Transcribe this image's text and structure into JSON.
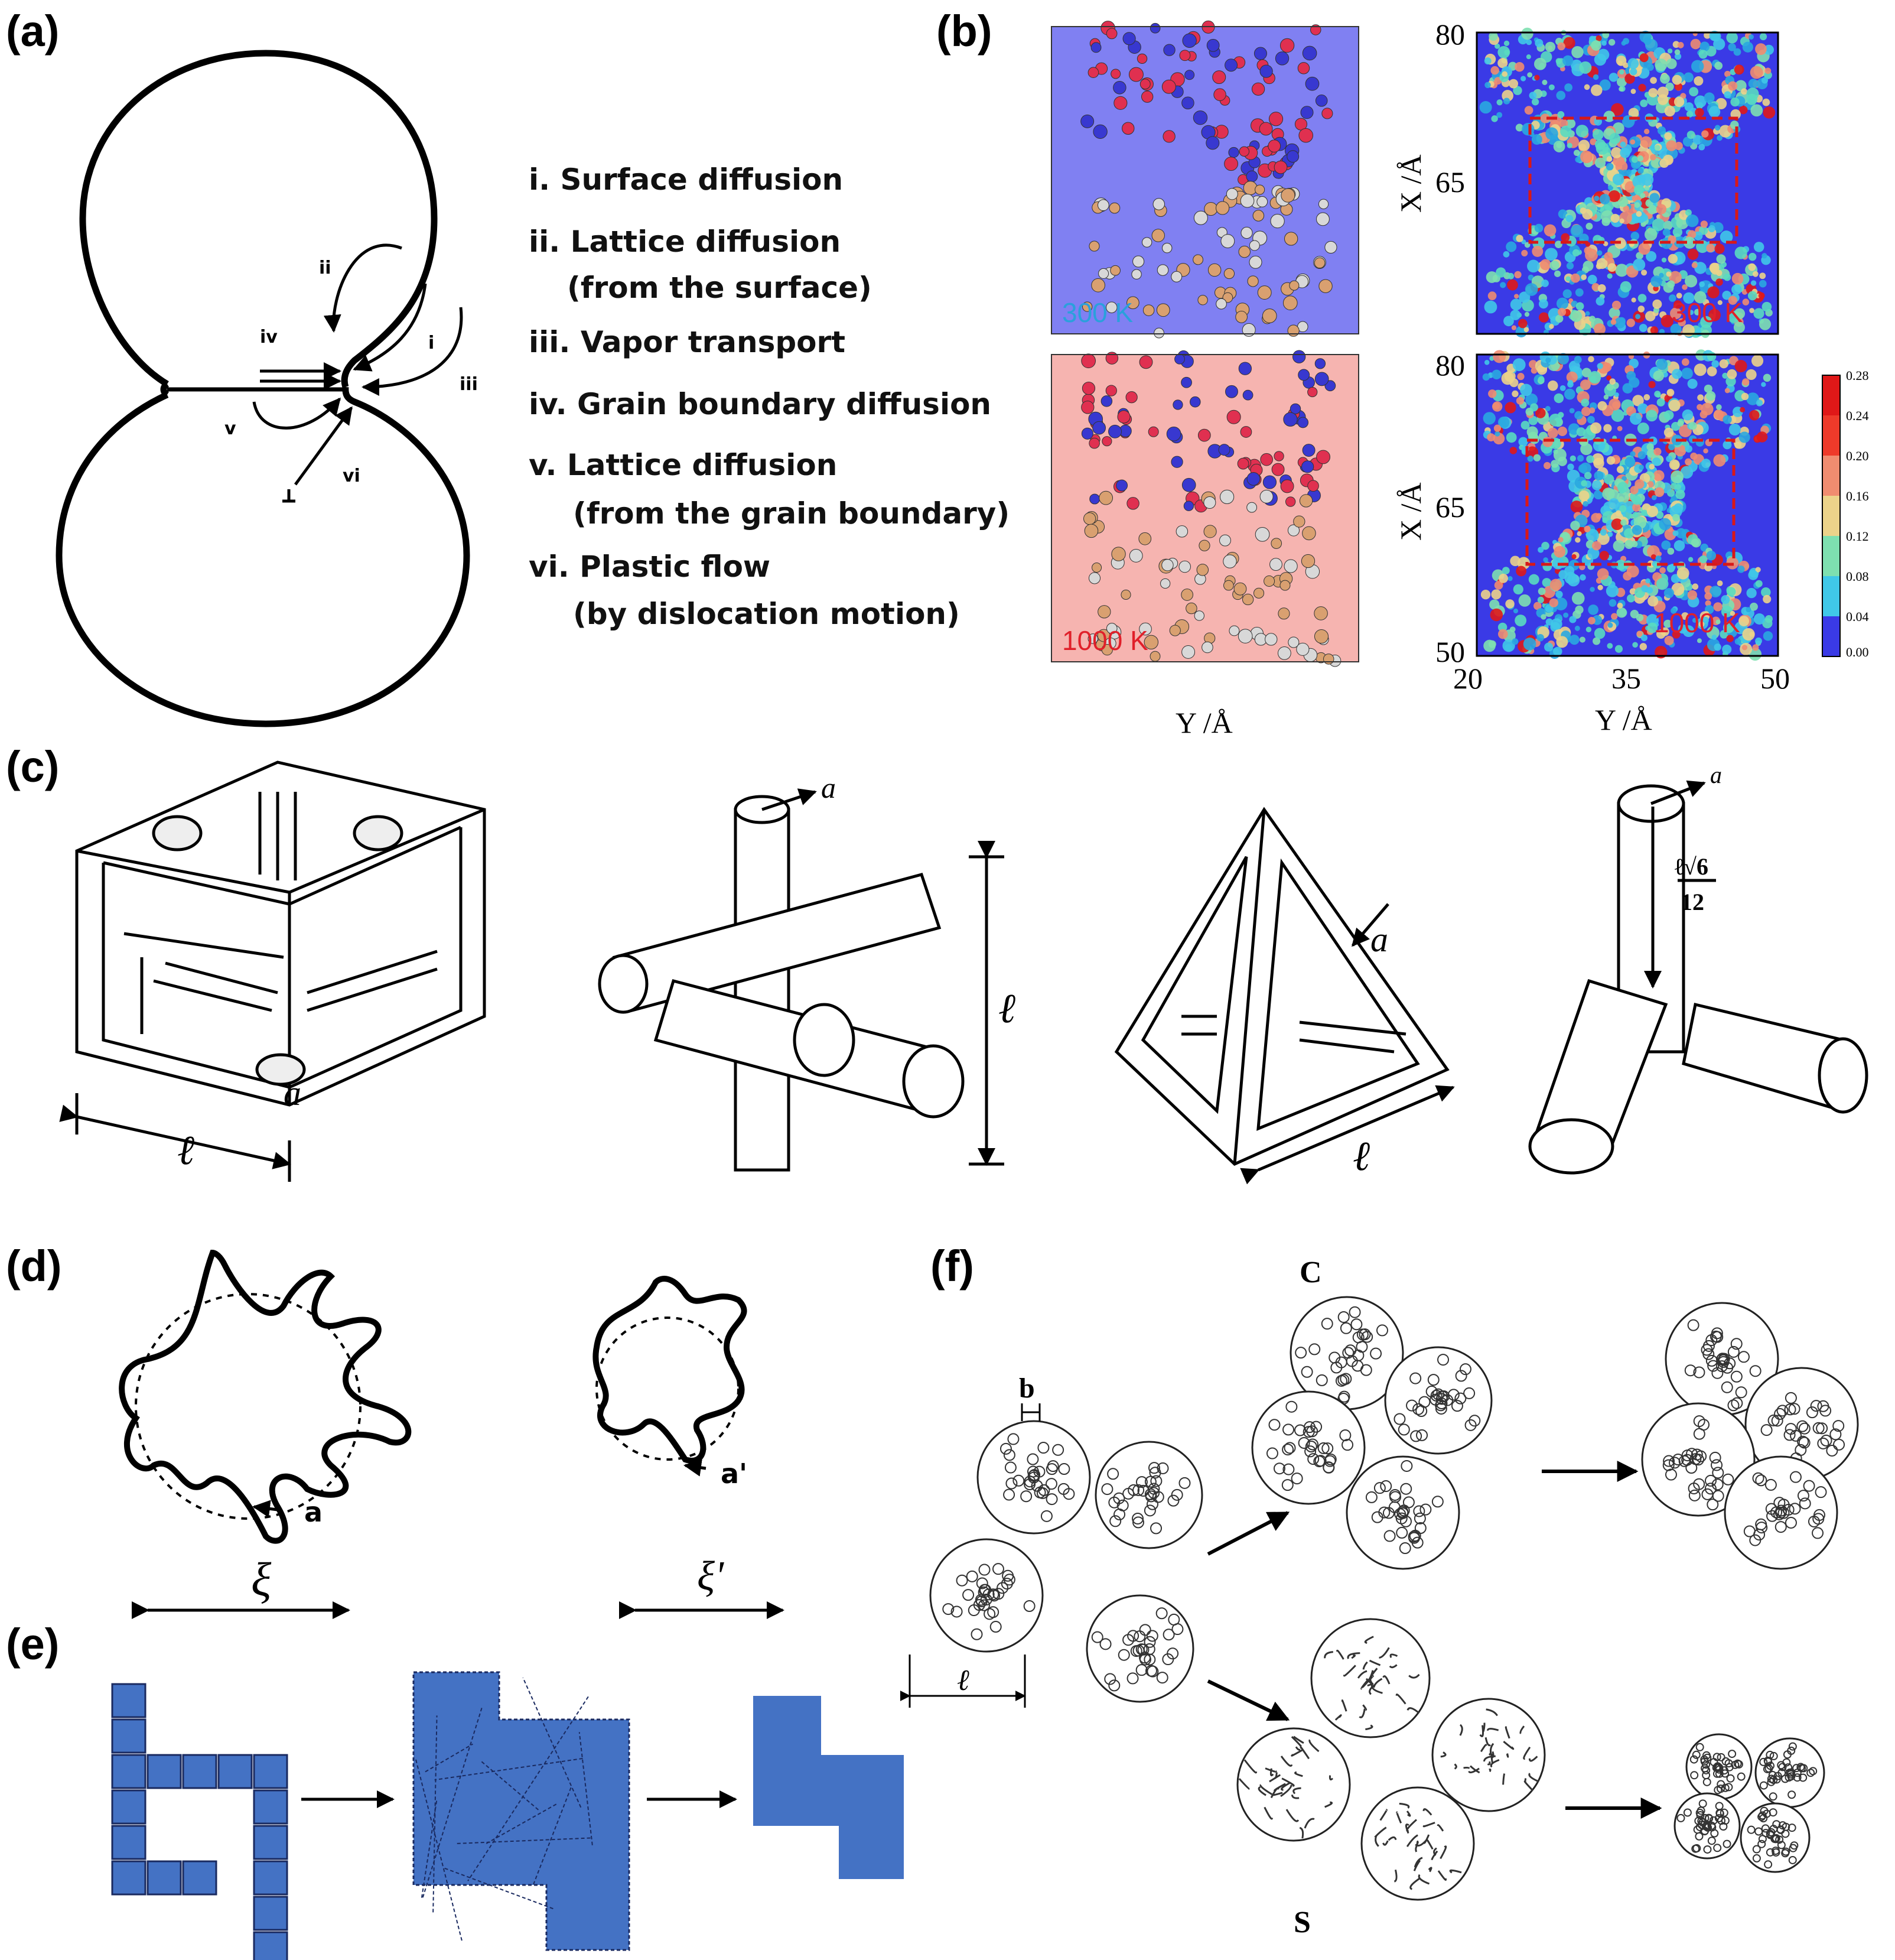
{
  "panels": {
    "a": {
      "label": "(a)",
      "arrow_labels": [
        "i",
        "ii",
        "iii",
        "iv",
        "v",
        "vi"
      ],
      "legend": [
        {
          "line1": "i.  Surface diffusion",
          "line2": ""
        },
        {
          "line1": "ii. Lattice diffusion",
          "line2": "(from the surface)"
        },
        {
          "line1": "iii. Vapor transport",
          "line2": ""
        },
        {
          "line1": "iv. Grain boundary diffusion",
          "line2": ""
        },
        {
          "line1": "v. Lattice diffusion",
          "line2": "(from the grain boundary)"
        },
        {
          "line1": "vi. Plastic flow",
          "line2": "(by dislocation motion)"
        }
      ]
    },
    "b": {
      "label": "(b)",
      "temps": [
        "300 K",
        "1000 K"
      ],
      "x_axis_label": "Y /Å",
      "y_axis_label": "X /Å",
      "x_ticks": [
        "20",
        "35",
        "50"
      ],
      "y_ticks_top": [
        "80",
        "65"
      ],
      "y_ticks_bottom": [
        "80",
        "65",
        "50"
      ],
      "colorbar_ticks": [
        "0.28",
        "0.24",
        "0.20",
        "0.16",
        "0.12",
        "0.08",
        "0.04",
        "0.00"
      ],
      "colors": {
        "bg_300": "#8080f2",
        "bg_1000": "#f6b4b0",
        "heat_bg": "#3a3ae6",
        "temp_300": "#2aa0dc",
        "temp_1000": "#e0202a"
      }
    },
    "c": {
      "label": "(c)",
      "symbols": [
        "a",
        "ℓ",
        "a",
        "ℓ",
        "a",
        "ℓ",
        "a"
      ],
      "fraction_top": "ℓ√6",
      "fraction_bottom": "12"
    },
    "d": {
      "label": "(d)",
      "symbols": [
        "a",
        "a'",
        "ξ",
        "ξ'"
      ]
    },
    "e": {
      "label": "(e)",
      "color": "#4472c4"
    },
    "f": {
      "label": "(f)",
      "symbols": [
        "b",
        "ℓ",
        "C",
        "S"
      ]
    }
  }
}
